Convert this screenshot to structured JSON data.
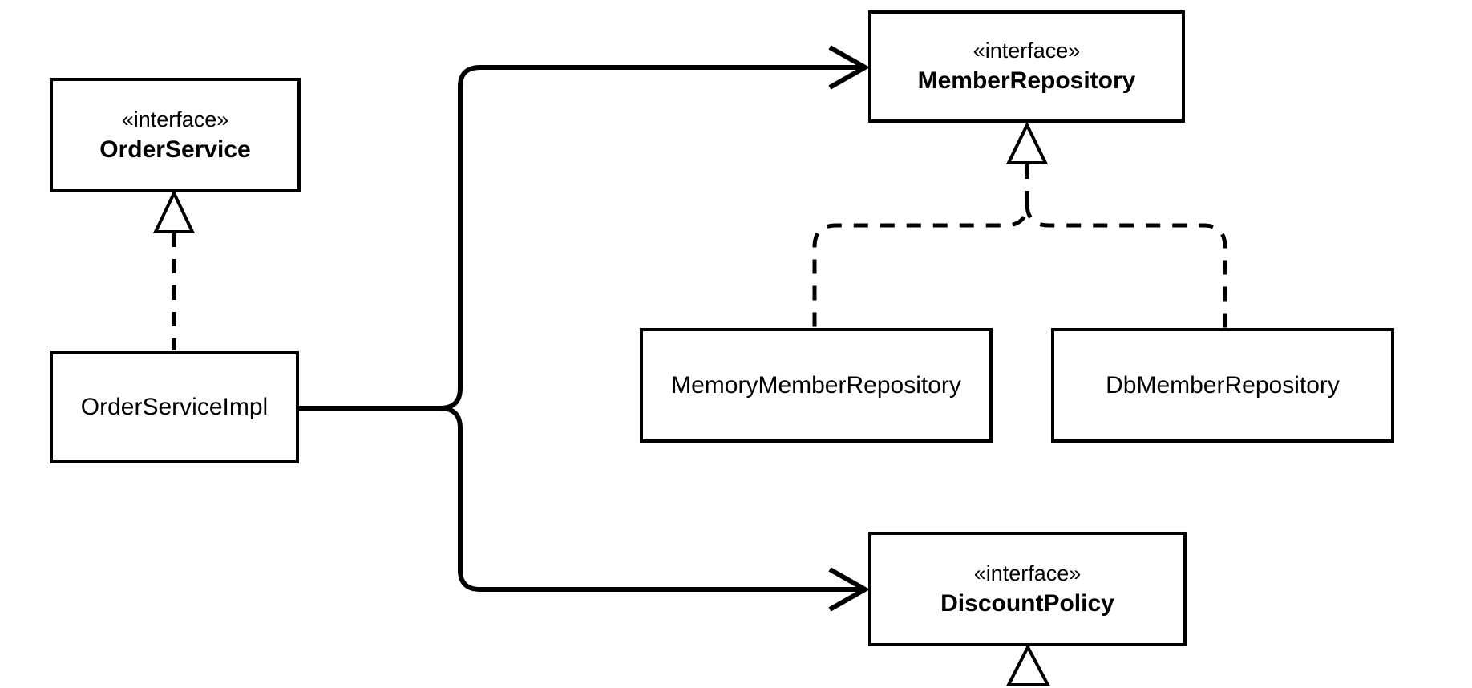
{
  "diagram": {
    "type": "uml-class-diagram",
    "background_color": "#ffffff",
    "stroke_color": "#000000",
    "nodes": {
      "order_service": {
        "stereotype": "«interface»",
        "name": "OrderService"
      },
      "order_service_impl": {
        "name": "OrderServiceImpl"
      },
      "member_repository": {
        "stereotype": "«interface»",
        "name": "MemberRepository"
      },
      "memory_member_repository": {
        "name": "MemoryMemberRepository"
      },
      "db_member_repository": {
        "name": "DbMemberRepository"
      },
      "discount_policy": {
        "stereotype": "«interface»",
        "name": "DiscountPolicy"
      }
    },
    "edges": [
      {
        "from": "OrderServiceImpl",
        "to": "OrderService",
        "type": "realization",
        "line": "dashed",
        "arrowhead": "hollow-triangle"
      },
      {
        "from": "OrderServiceImpl",
        "to": "MemberRepository",
        "type": "association",
        "line": "solid",
        "arrowhead": "open"
      },
      {
        "from": "OrderServiceImpl",
        "to": "DiscountPolicy",
        "type": "association",
        "line": "solid",
        "arrowhead": "open"
      },
      {
        "from": "MemoryMemberRepository",
        "to": "MemberRepository",
        "type": "realization",
        "line": "dashed",
        "arrowhead": "hollow-triangle"
      },
      {
        "from": "DbMemberRepository",
        "to": "MemberRepository",
        "type": "realization",
        "line": "dashed",
        "arrowhead": "hollow-triangle"
      },
      {
        "from": "",
        "to": "DiscountPolicy",
        "type": "realization",
        "line": "none-visible",
        "arrowhead": "hollow-triangle",
        "note": "source cut off at bottom edge of image"
      }
    ]
  }
}
